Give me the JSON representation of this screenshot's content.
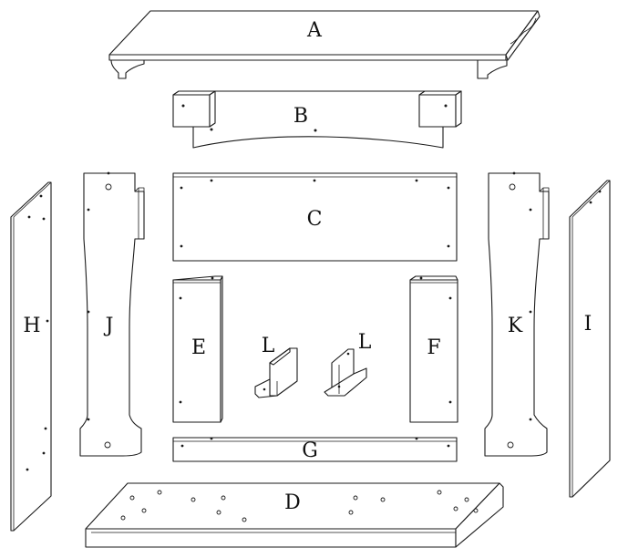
{
  "labels": {
    "A": "A",
    "B": "B",
    "C": "C",
    "D": "D",
    "E": "E",
    "F": "F",
    "G": "G",
    "H": "H",
    "I": "I",
    "J": "J",
    "K": "K",
    "L1": "L",
    "L2": "L"
  }
}
